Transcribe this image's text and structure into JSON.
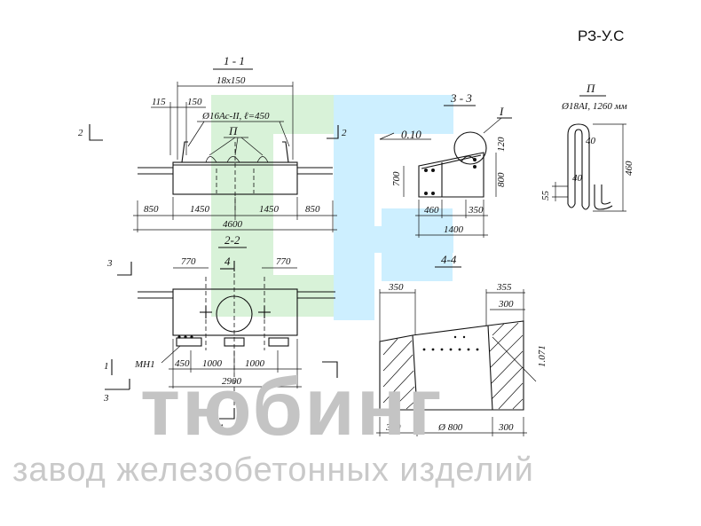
{
  "document": {
    "code": "РЗ-У.С"
  },
  "watermark": {
    "brand": "тюбинг",
    "slogan": "завод железобетонных изделий",
    "colors": {
      "green": "#d8f2d8",
      "blue": "#cdefff",
      "gray": "#c4c4c4"
    }
  },
  "section_1_1": {
    "title": "1 - 1",
    "top_dim": "18x150",
    "dim_115": "115",
    "dim_150": "150",
    "rebar_label": "Ø16Ac-II, ℓ=450",
    "loop_label": "П",
    "dims_bottom": [
      "850",
      "1450",
      "1450",
      "850"
    ],
    "total": "4600",
    "cut_left": "2",
    "cut_right": "2"
  },
  "section_2_2": {
    "title": "2-2",
    "dim_left": "770",
    "dim_right": "770",
    "axis_mark": "4",
    "cut_label": "3",
    "embed_label": "МН1",
    "dims_bottom": [
      "450",
      "1000",
      "1000"
    ],
    "total": "2900",
    "cut_1": "1",
    "cut_3": "3",
    "cut_4": "4"
  },
  "section_3_3": {
    "title": "3 - 3",
    "slope": "0.10",
    "marker": "I",
    "dim_700": "700",
    "dim_800": "800",
    "dim_120": "120",
    "dim_460": "460",
    "dim_350": "350",
    "dim_1400": "1400"
  },
  "loop_detail": {
    "title": "П",
    "spec": "Ø18AI, 1260 мм",
    "dim_40_top": "40",
    "dim_40_bottom": "40",
    "dim_460": "460",
    "dim_55": "55"
  },
  "section_4_4": {
    "title": "4-4",
    "dim_350": "350",
    "dim_355": "355",
    "dim_300_top": "300",
    "side_dim": "1.071",
    "dim_300_left": "300",
    "opening": "Ø 800",
    "dim_300_right": "300"
  }
}
